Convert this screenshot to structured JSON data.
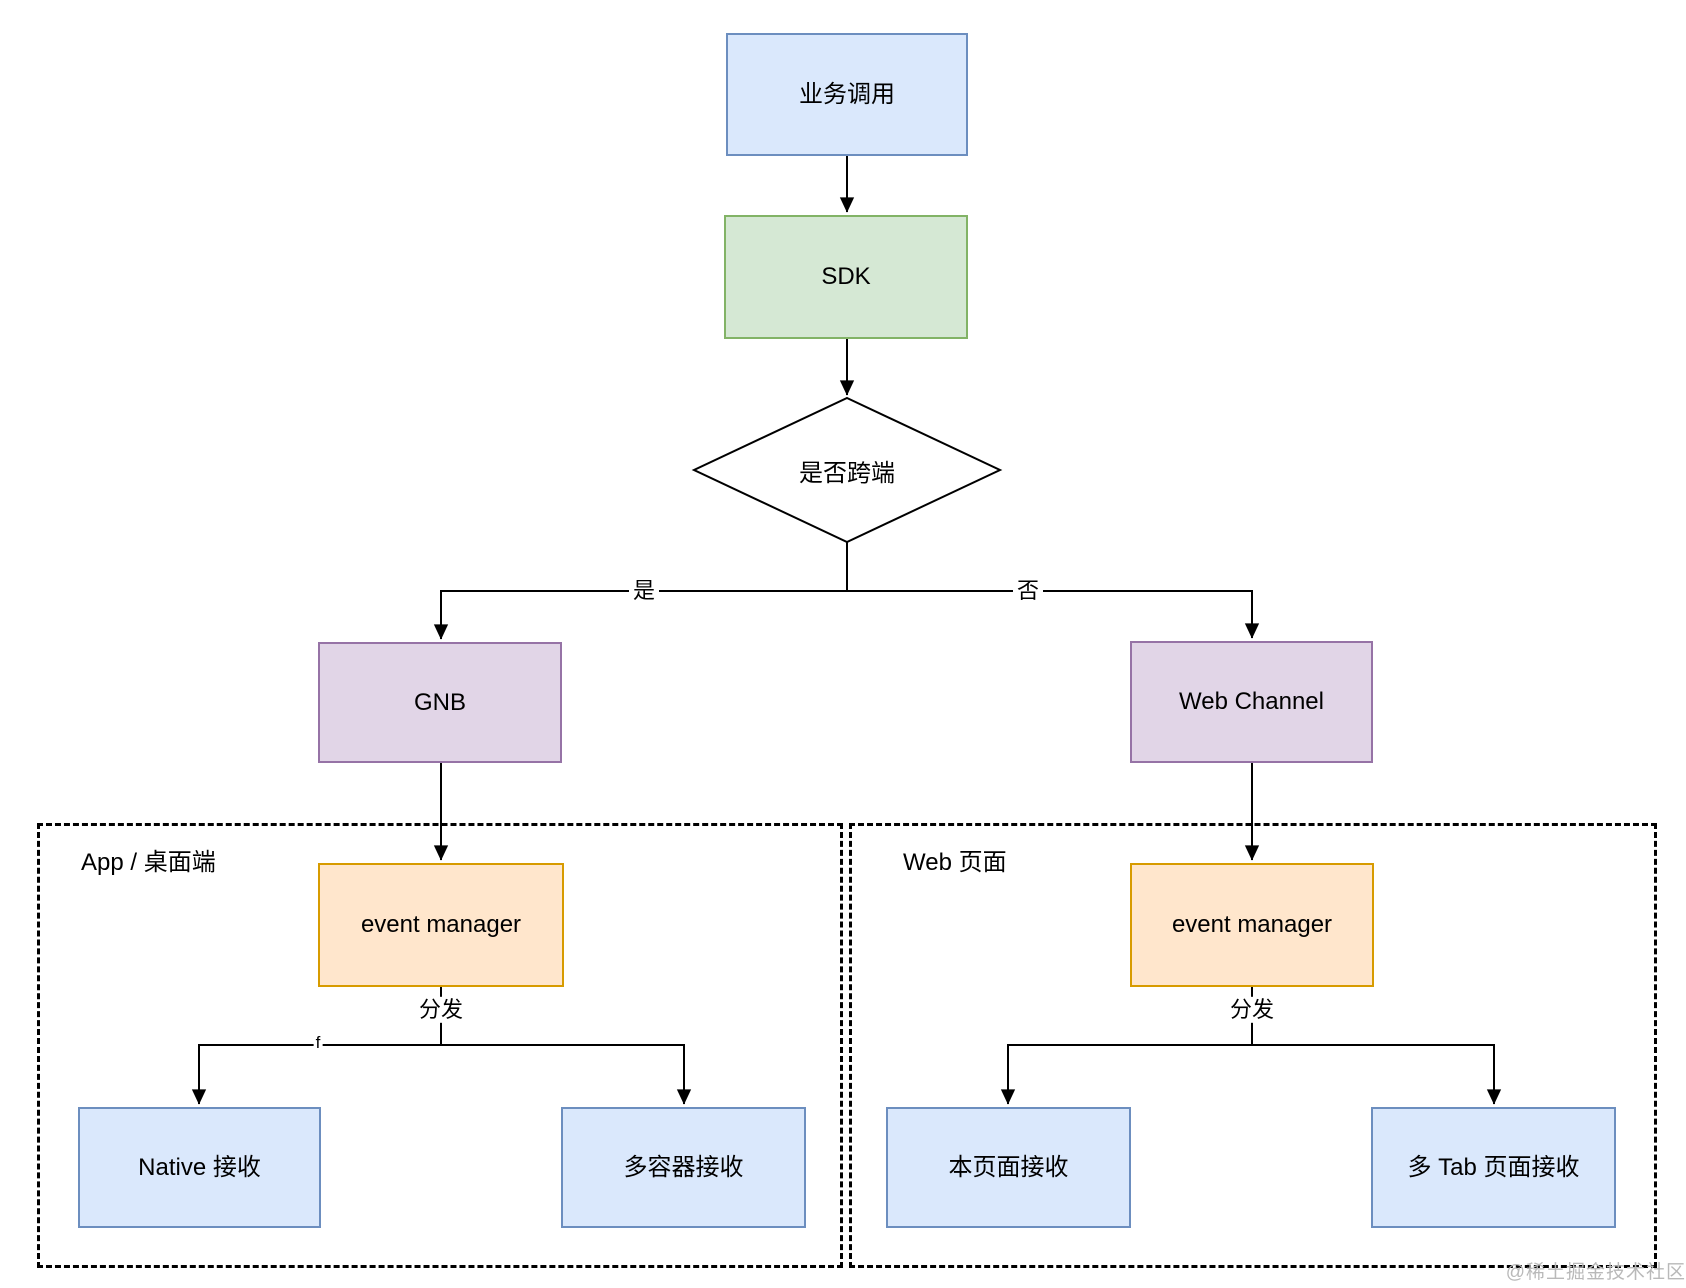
{
  "diagram": {
    "nodes": {
      "business_call": {
        "label": "业务调用",
        "fill": "#dae8fc",
        "stroke": "#6c8ebf"
      },
      "sdk": {
        "label": "SDK",
        "fill": "#d5e8d4",
        "stroke": "#82b366"
      },
      "decision": {
        "label": "是否跨端",
        "fill": "#ffffff",
        "stroke": "#000000"
      },
      "gnb": {
        "label": "GNB",
        "fill": "#e1d5e7",
        "stroke": "#9673a6"
      },
      "web_channel": {
        "label": "Web Channel",
        "fill": "#e1d5e7",
        "stroke": "#9673a6"
      },
      "event_manager_app": {
        "label": "event manager",
        "fill": "#ffe6cc",
        "stroke": "#d79b00"
      },
      "event_manager_web": {
        "label": "event manager",
        "fill": "#ffe6cc",
        "stroke": "#d79b00"
      },
      "native_receive": {
        "label": "Native 接收",
        "fill": "#dae8fc",
        "stroke": "#6c8ebf"
      },
      "multi_container_receive": {
        "label": "多容器接收",
        "fill": "#dae8fc",
        "stroke": "#6c8ebf"
      },
      "current_page_receive": {
        "label": "本页面接收",
        "fill": "#dae8fc",
        "stroke": "#6c8ebf"
      },
      "multi_tab_receive": {
        "label": "多 Tab 页面接收",
        "fill": "#dae8fc",
        "stroke": "#6c8ebf"
      }
    },
    "containers": {
      "app_desktop": {
        "label": "App / 桌面端"
      },
      "web_page": {
        "label": "Web 页面"
      }
    },
    "edge_labels": {
      "yes": "是",
      "no": "否",
      "dispatch_app": "分发",
      "dispatch_web": "分发",
      "f_mark": "f"
    },
    "line_color": "#000000"
  },
  "watermark": {
    "text": "@稀土掘金技术社区",
    "color": "#b9b9b9"
  }
}
